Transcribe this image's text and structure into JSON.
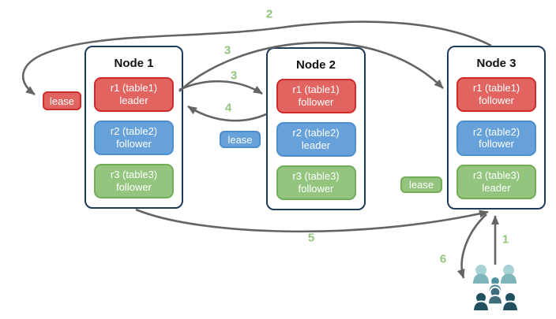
{
  "nodes": [
    {
      "title": "Node 1",
      "replicas": [
        {
          "name": "r1 (table1)",
          "role": "leader",
          "color": "#e26461"
        },
        {
          "name": "r2 (table2)",
          "role": "follower",
          "color": "#66a1d9"
        },
        {
          "name": "r3 (table3)",
          "role": "follower",
          "color": "#94c57f"
        }
      ]
    },
    {
      "title": "Node 2",
      "replicas": [
        {
          "name": "r1 (table1)",
          "role": "follower",
          "color": "#e26461"
        },
        {
          "name": "r2 (table2)",
          "role": "leader",
          "color": "#66a1d9"
        },
        {
          "name": "r3 (table3)",
          "role": "follower",
          "color": "#94c57f"
        }
      ]
    },
    {
      "title": "Node 3",
      "replicas": [
        {
          "name": "r1 (table1)",
          "role": "follower",
          "color": "#e26461"
        },
        {
          "name": "r2 (table2)",
          "role": "follower",
          "color": "#66a1d9"
        },
        {
          "name": "r3 (table3)",
          "role": "leader",
          "color": "#94c57f"
        }
      ]
    }
  ],
  "leases": [
    {
      "label": "lease",
      "color": "#e26461"
    },
    {
      "label": "lease",
      "color": "#66a1d9"
    },
    {
      "label": "lease",
      "color": "#94c57f"
    }
  ],
  "steps": {
    "s1": "1",
    "s2": "2",
    "s3a": "3",
    "s3b": "3",
    "s4": "4",
    "s5": "5",
    "s6": "6"
  },
  "edges": [
    {
      "step": "1",
      "from": "clients",
      "to": "node3-bottom"
    },
    {
      "step": "2",
      "from": "node3-top",
      "to": "lease-red"
    },
    {
      "step": "3",
      "from": "node1-r1-leader",
      "to": "node3-r1-follower"
    },
    {
      "step": "3",
      "from": "node1-r1-leader",
      "to": "node2-r1-follower"
    },
    {
      "step": "4",
      "from": "node2-r1-follower",
      "to": "node1-r1-leader"
    },
    {
      "step": "5",
      "from": "node1-bottom",
      "to": "node3-bottom"
    },
    {
      "step": "6",
      "from": "node3-bottom",
      "to": "clients"
    }
  ],
  "icons": {
    "clients": "users-group-icon"
  },
  "colors": {
    "background": "#ffffff",
    "node_border": "#1f3b5c",
    "replica_red_fill": "#e26461",
    "replica_red_stroke": "#d02a2a",
    "replica_blue_fill": "#66a1d9",
    "replica_blue_stroke": "#4c8ece",
    "replica_green_fill": "#94c57f",
    "replica_green_stroke": "#72ad58",
    "arrow": "#646464",
    "step_label": "#93c47d",
    "users_light_head": "#a7d3d6",
    "users_light_body": "#7db6bb",
    "users_teal": "#4f919e",
    "users_slate": "#3f6d7d",
    "users_dark": "#215061"
  }
}
